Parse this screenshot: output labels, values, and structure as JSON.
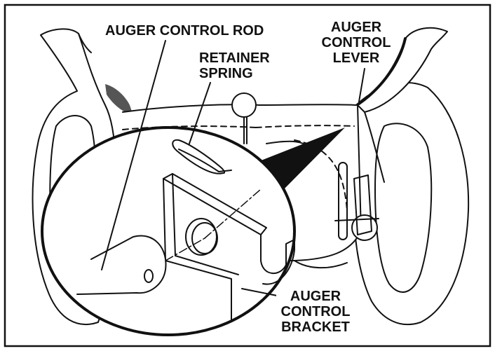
{
  "labels": {
    "auger_control_rod": "AUGER CONTROL ROD",
    "retainer_spring": [
      "RETAINER",
      "SPRING"
    ],
    "auger_control_lever": [
      "AUGER",
      "CONTROL",
      "LEVER"
    ],
    "auger_control_bracket": [
      "AUGER",
      "CONTROL",
      "BRACKET"
    ]
  },
  "colors": {
    "ink": "#111111",
    "background": "#ffffff"
  }
}
